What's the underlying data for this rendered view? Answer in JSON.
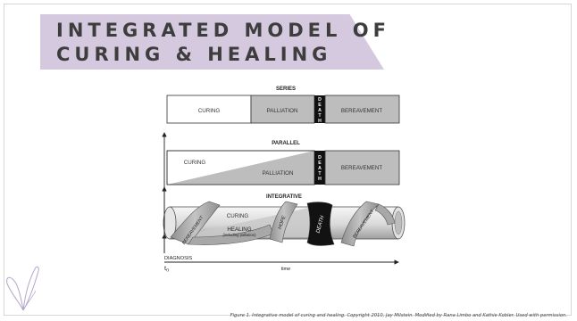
{
  "slide": {
    "title_line_1": "INTEGRATED MODEL OF",
    "title_line_2": "CURING & HEALING",
    "caption": "Figure 1. Integrative model of curing and healing. Copyright 2010, Jay Milstein. Modified by Rana Limbo and Kathie Kobler. Used with permission."
  },
  "diagram": {
    "death_letters": [
      "D",
      "E",
      "A",
      "T",
      "H"
    ],
    "series": {
      "heading": "SERIES",
      "curing": "CURING",
      "palliation": "PALLIATION",
      "bereavement": "BEREAVEMENT"
    },
    "parallel": {
      "heading": "PARALLEL",
      "curing": "CURING",
      "palliation": "PALLIATION",
      "bereavement": "BEREAVEMENT"
    },
    "integrative": {
      "heading": "INTEGRATIVE",
      "curing": "CURING",
      "healing": "HEALING",
      "healing_sub": "(including palliation)",
      "hope": "HOPE",
      "death": "DEATH",
      "bereavement": "BEREAVEMENT"
    },
    "axis": {
      "diagnosis": "DIAGNOSIS",
      "t0_base": "t",
      "t0_sub": "0",
      "time": "time"
    }
  },
  "colors": {
    "title_band": "#d5c9df",
    "title_text": "#3d3d3d",
    "grey_fill": "#bdbdbd",
    "death_fill": "#111111",
    "butterfly": "#b4a6c9"
  },
  "icons": {
    "logo": "butterfly-logo"
  }
}
